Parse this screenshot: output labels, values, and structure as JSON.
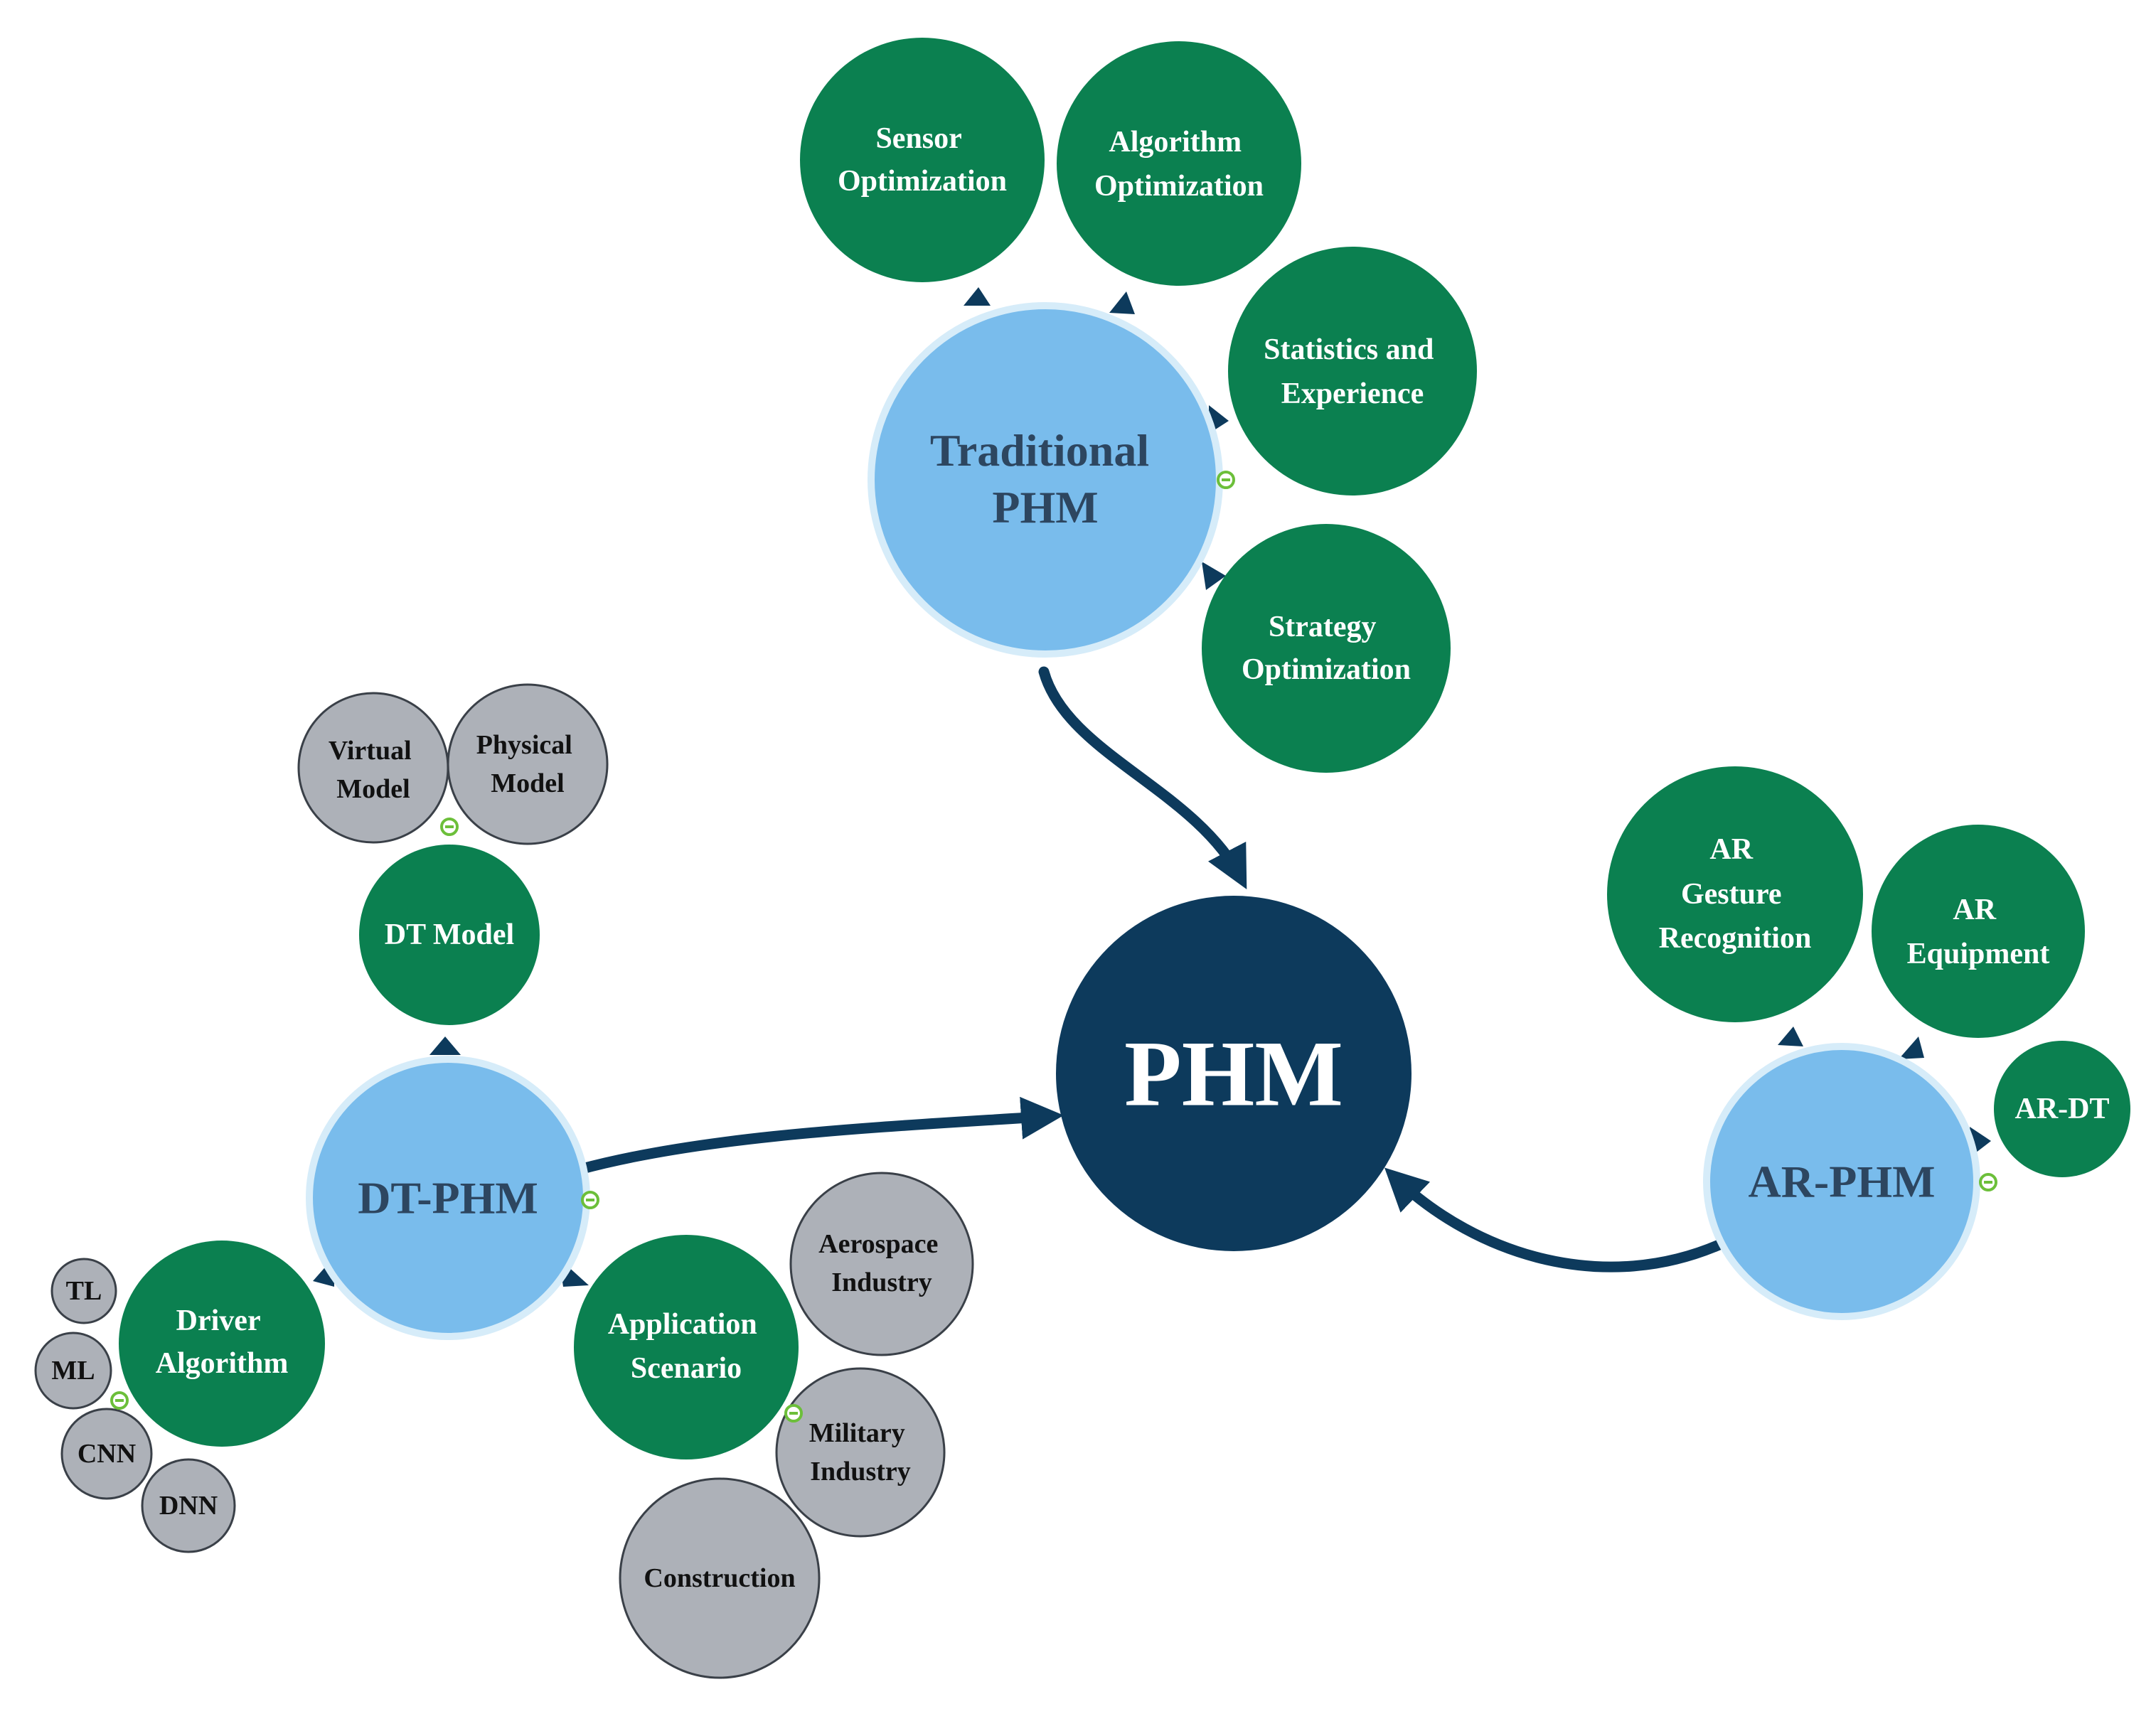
{
  "colors": {
    "root": "#0d3a5c",
    "hub": "#79bcec",
    "hub_ring": "#d6ecf9",
    "green": "#0b8050",
    "gray": "#adb1b8",
    "gray_stroke": "#3a4048",
    "edge": "#0d3a5c",
    "collapse": "#6cbf3a"
  },
  "root": {
    "label": "PHM"
  },
  "hubs": {
    "traditional": {
      "lines": [
        "Traditional",
        "PHM"
      ]
    },
    "dt": {
      "lines": [
        "DT-PHM"
      ]
    },
    "ar": {
      "lines": [
        "AR-PHM"
      ]
    }
  },
  "traditional_children": {
    "sensor": [
      "Sensor",
      "Optimization"
    ],
    "algorithm": [
      "Algorithm",
      "Optimization"
    ],
    "statistics": [
      "Statistics and",
      "Experience"
    ],
    "strategy": [
      "Strategy",
      "Optimization"
    ]
  },
  "ar_children": {
    "gesture": [
      "AR",
      "Gesture",
      "Recognition"
    ],
    "equipment": [
      "AR",
      "Equipment"
    ],
    "ardt": [
      "AR-DT"
    ]
  },
  "dt_children": {
    "dt_model": [
      "DT Model"
    ],
    "driver": [
      "Driver",
      "Algorithm"
    ],
    "application": [
      "Application",
      "Scenario"
    ]
  },
  "leaves": {
    "virtual": [
      "Virtual",
      "Model"
    ],
    "physical": [
      "Physical",
      "Model"
    ],
    "tl": [
      "TL"
    ],
    "ml": [
      "ML"
    ],
    "cnn": [
      "CNN"
    ],
    "dnn": [
      "DNN"
    ],
    "aerospace": [
      "Aerospace",
      "Industry"
    ],
    "military": [
      "Military",
      "Industry"
    ],
    "construction": [
      "Construction"
    ]
  }
}
